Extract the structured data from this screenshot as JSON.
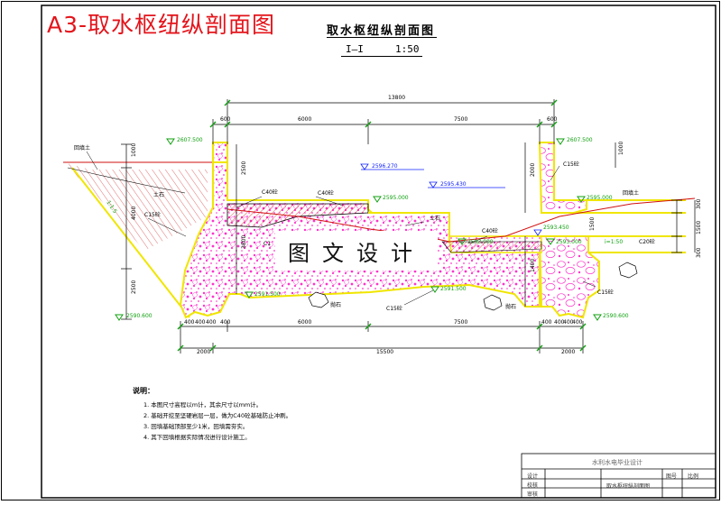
{
  "page_title": "A3-取水枢纽纵剖面图",
  "drawing_title": "取水枢纽纵剖面图",
  "section": {
    "label": "I—I",
    "scale": "1:50"
  },
  "watermark": "图文设计",
  "dimensions": {
    "overall_top": "13800",
    "top_segments": [
      "600",
      "6000",
      "7500",
      "600"
    ],
    "bottom_segments": [
      "400",
      "6000",
      "7500",
      "400"
    ],
    "foot_segments": [
      "400",
      "400",
      "400",
      "400",
      "400",
      "400"
    ],
    "overall_bottom": [
      "2000",
      "15500",
      "2000"
    ],
    "left_vertical": [
      "1000",
      "4000",
      "2500"
    ],
    "mid_vertical": [
      "2500",
      "3800"
    ],
    "right_vertical": [
      "2000",
      "1500",
      "1400"
    ],
    "right_side": [
      "1000",
      "300",
      "1500",
      "300"
    ]
  },
  "elevations": {
    "left_top": "2607.500",
    "right_top": "2607.500",
    "left_bottom": "2590.600",
    "right_bottom": "2590.600",
    "design_water": "2596.270",
    "normal_water": "2595.430",
    "crest_left": "2595.000",
    "crest_right": "2595.000",
    "bed_left": "2591.500",
    "bed_right": "2591.500",
    "intake_1": "2593.000",
    "intake_2": "2593.450",
    "intake_3": "2593.000"
  },
  "labels": {
    "left_slope": "回填土",
    "ratio": "1:1.5",
    "rock": "土石",
    "c15_left": "C15砼",
    "c1": "C1",
    "c40_1": "C40砼",
    "c40_2": "C40砼",
    "c15_right": "C15砼",
    "c40_right": "C40砼",
    "c20": "C20砼",
    "c15_bottom": "C15砼",
    "c15_right_bottom": "C15砼",
    "slope_right": "i=1:50",
    "backfill_right": "回填土",
    "riprap_1": "抛石",
    "riprap_2": "抛石"
  },
  "notes": {
    "title": "说明：",
    "items": [
      "1. 本图尺寸高程以m计，其余尺寸以mm计。",
      "2. 基础开挖至坚硬岩层一层，做为C40砼基础防止冲刷。",
      "3. 回填基础顶部至少1米，回填需夯实。",
      "4. 其下回填根据实际情况进行设计施工。"
    ]
  },
  "title_block": {
    "school": "水利水电毕业设计",
    "drawing": "取水枢纽纵剖面图",
    "row_labels": [
      "设计",
      "校核",
      "审核"
    ],
    "col_labels": [
      "图号",
      "比例"
    ]
  },
  "colors": {
    "outline": "#f0e600",
    "fill": "#ff33cc",
    "dim_green": "#10a010",
    "water_blue": "#1020ff",
    "red_title": "#e3141b",
    "red_line": "#d11010"
  }
}
